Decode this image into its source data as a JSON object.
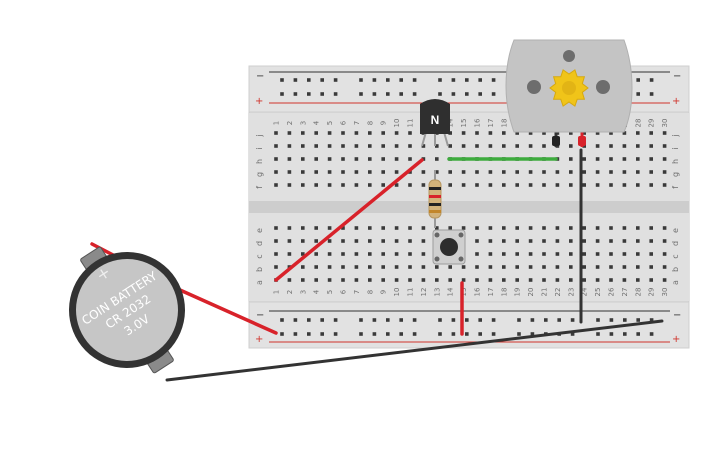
{
  "breadboard": {
    "columns": [
      "1",
      "2",
      "3",
      "4",
      "5",
      "6",
      "7",
      "8",
      "9",
      "10",
      "11",
      "12",
      "13",
      "14",
      "15",
      "16",
      "17",
      "18",
      "19",
      "20",
      "21",
      "22",
      "23",
      "24",
      "25",
      "26",
      "27",
      "28",
      "29",
      "30"
    ],
    "rows_top": [
      "j",
      "i",
      "h",
      "g",
      "f"
    ],
    "rows_bottom": [
      "e",
      "d",
      "c",
      "b",
      "a"
    ],
    "rail_minus": "−",
    "rail_plus": "+"
  },
  "transistor": {
    "label": "N"
  },
  "battery": {
    "line1": "COIN BATTERY",
    "line2": "CR 2032",
    "line3": "3.0V"
  },
  "colors": {
    "board": "#dcdcdc",
    "board_edge": "#c8c8c8",
    "hole": "#3a3a3a",
    "rail_red": "#d0342c",
    "rail_black": "#333333",
    "wire_red": "#d8222a",
    "wire_green": "#3dab3d",
    "wire_black": "#333333",
    "motor_body": "#c4c4c4",
    "gear": "#f0c419"
  }
}
